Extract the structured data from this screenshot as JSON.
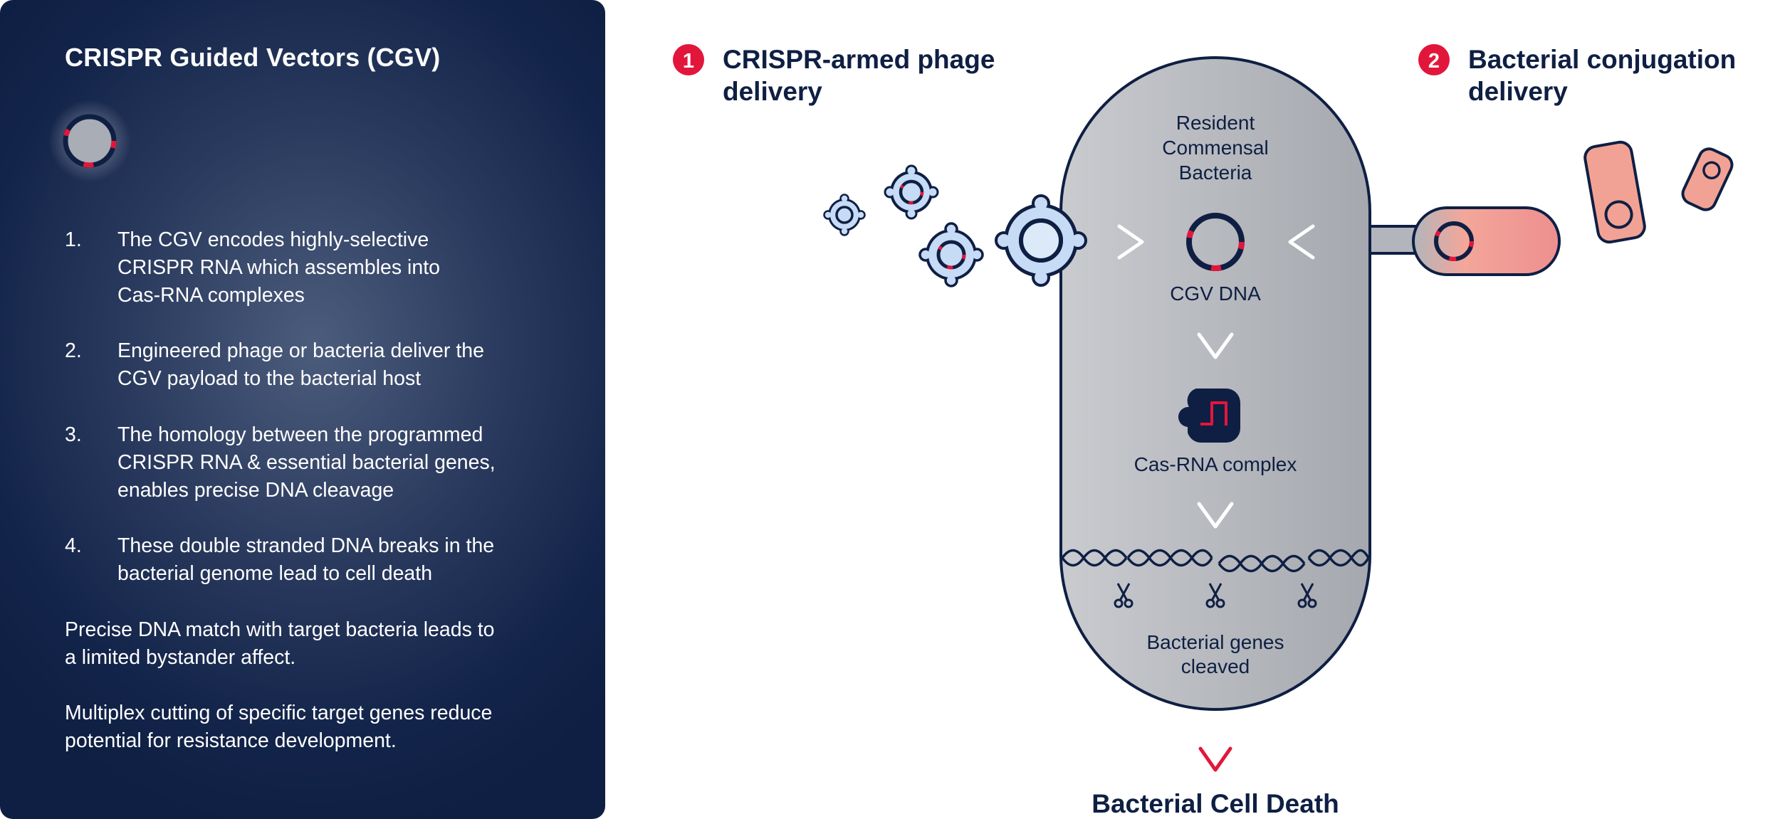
{
  "panel": {
    "title": "CRISPR Guided Vectors (CGV)",
    "steps": [
      {
        "num": "1.",
        "lines": [
          "The CGV encodes highly-selective",
          "CRISPR RNA which assembles into",
          "Cas-RNA complexes"
        ]
      },
      {
        "num": "2.",
        "lines": [
          "Engineered phage or bacteria deliver the",
          "CGV payload to the bacterial host"
        ]
      },
      {
        "num": "3.",
        "lines": [
          "The homology between the programmed",
          "CRISPR RNA & essential bacterial genes,",
          "enables precise DNA cleavage"
        ]
      },
      {
        "num": "4.",
        "lines": [
          "These double stranded DNA breaks in the",
          "bacterial genome lead to cell death"
        ]
      }
    ],
    "notes": [
      {
        "lines": [
          "Precise DNA match with target bacteria leads to",
          "a limited bystander affect."
        ]
      },
      {
        "lines": [
          "Multiplex cutting of specific target genes reduce",
          "potential for resistance development."
        ]
      }
    ]
  },
  "diagram": {
    "route1": {
      "badge": "1",
      "lines": [
        "CRISPR-armed phage",
        "delivery"
      ]
    },
    "route2": {
      "badge": "2",
      "lines": [
        "Bacterial conjugation",
        "delivery"
      ]
    },
    "cell_label": [
      "Resident",
      "Commensal",
      "Bacteria"
    ],
    "cgv_label": "CGV DNA",
    "cas_label": "Cas-RNA complex",
    "genes_label": [
      "Bacterial genes",
      "cleaved"
    ],
    "outcome": "Bacterial Cell Death"
  },
  "colors": {
    "navy": "#0f1f43",
    "accent_red": "#e2163b",
    "cell_gray": "#b9bcc2",
    "phage_blue": "#c6dbf5",
    "donor_salmon": "#f2a294"
  }
}
